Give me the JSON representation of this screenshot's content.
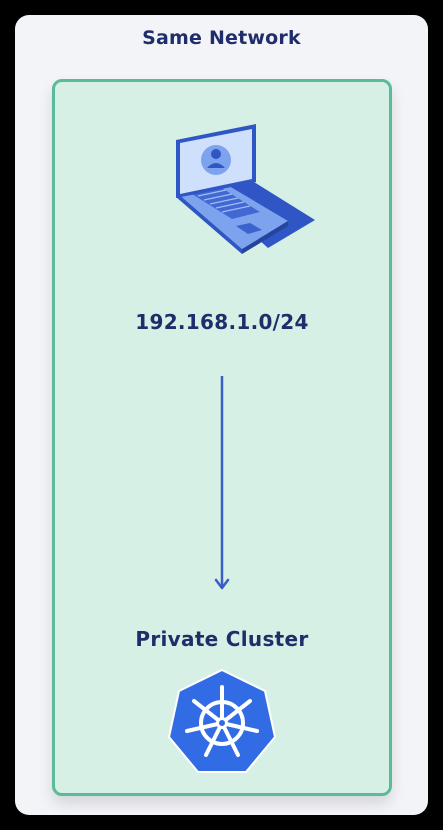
{
  "network": {
    "title": "Same Network"
  },
  "client": {
    "icon": "laptop-user-icon",
    "ip_range": "192.168.1.0/24"
  },
  "cluster": {
    "label": "Private Cluster",
    "icon": "kubernetes-icon"
  },
  "colors": {
    "frame_background": "#000000",
    "card_background": "#f3f4f8",
    "zone_fill": "#d6f0e5",
    "zone_border": "#5bbb98",
    "text": "#1f2d6b",
    "arrow": "#3a5ec5",
    "kubernetes_blue": "#326ce5"
  }
}
